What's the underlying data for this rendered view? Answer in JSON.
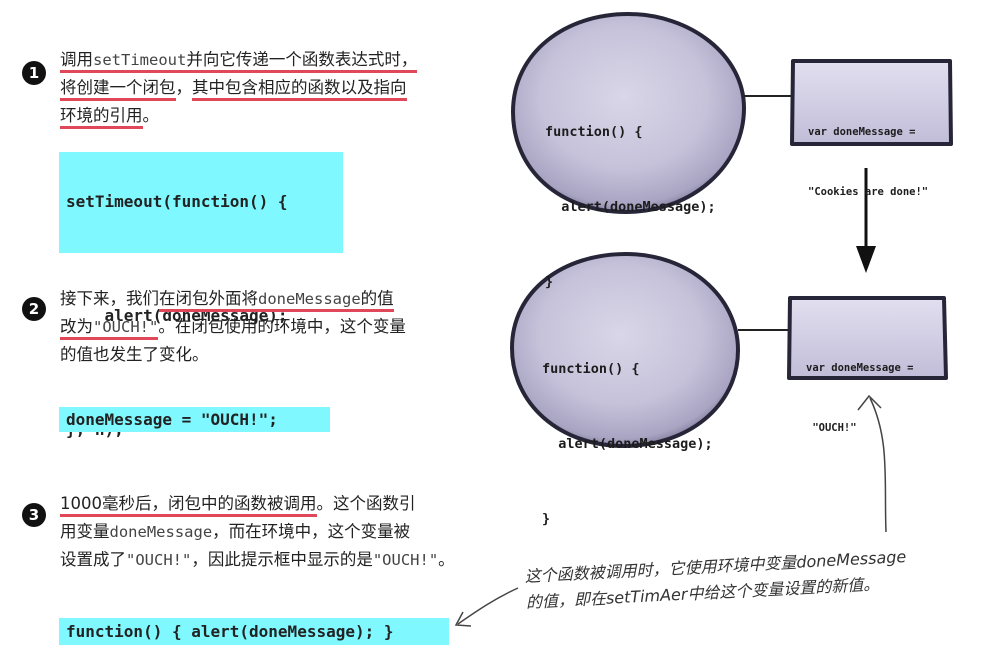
{
  "steps": [
    {
      "number": "1",
      "lines": [
        [
          {
            "t": "调用",
            "u": true
          },
          {
            "t": "setTimeout",
            "u": true,
            "m": true
          },
          {
            "t": "并向它传递一个函数表达式时，",
            "u": true
          }
        ],
        [
          {
            "t": "将创建一个闭包",
            "u": true
          },
          {
            "t": "，"
          },
          {
            "t": "其中包含相应的函数以及指向",
            "u": true
          }
        ],
        [
          {
            "t": "环境的引用",
            "u": true
          },
          {
            "t": "。"
          }
        ]
      ],
      "code": [
        "setTimeout(function() {",
        "",
        "    alert(doneMessage);",
        "",
        "}, n);"
      ]
    },
    {
      "number": "2",
      "lines": [
        [
          {
            "t": "接下来，我们"
          },
          {
            "t": "在闭包外面将",
            "u": true
          },
          {
            "t": "doneMessage",
            "u": true,
            "m": true
          },
          {
            "t": "的值",
            "u": true
          }
        ],
        [
          {
            "t": "改为",
            "u": true
          },
          {
            "t": "\"OUCH!\"",
            "u": true,
            "m": true
          },
          {
            "t": "。在闭包使用的环境中，这个变量"
          }
        ],
        [
          {
            "t": "的值也发生了变化。"
          }
        ]
      ],
      "code": [
        "doneMessage = \"OUCH!\";"
      ]
    },
    {
      "number": "3",
      "lines": [
        [
          {
            "t": "1000毫秒后，闭包中的函数被调用",
            "u": true
          },
          {
            "t": "。这个函数引"
          }
        ],
        [
          {
            "t": "用变量"
          },
          {
            "t": "doneMessage",
            "m": true
          },
          {
            "t": "，而在环境中，这个变量被"
          }
        ],
        [
          {
            "t": "设置成了"
          },
          {
            "t": "\"OUCH!\"",
            "m": true
          },
          {
            "t": "，因此提示框中显示的是"
          },
          {
            "t": "\"OUCH!\"",
            "m": true
          },
          {
            "t": "。"
          }
        ]
      ],
      "code": [
        "function() { alert(doneMessage); }"
      ]
    }
  ],
  "diagram": {
    "top": {
      "function_code": [
        "function() {",
        "  alert(doneMessage);",
        "}"
      ],
      "env_code": [
        "var doneMessage =",
        "\"Cookies are done!\""
      ]
    },
    "bottom": {
      "function_code": [
        "function() {",
        "  alert(doneMessage);",
        "}"
      ],
      "env_code": [
        "var doneMessage =",
        " \"OUCH!\""
      ]
    },
    "note": [
      "这个函数被调用时，它使用环境中变量doneMessage",
      "的值，即在setTimAer中给这个变量设置的新值。"
    ]
  },
  "colors": {
    "underline": "#e0485a",
    "code_highlight": "#7ff9ff",
    "blob_fill": "#c9c5dc",
    "blob_edge": "#262638",
    "env_box_fill": "#cfcce2",
    "badge": "#111111"
  }
}
